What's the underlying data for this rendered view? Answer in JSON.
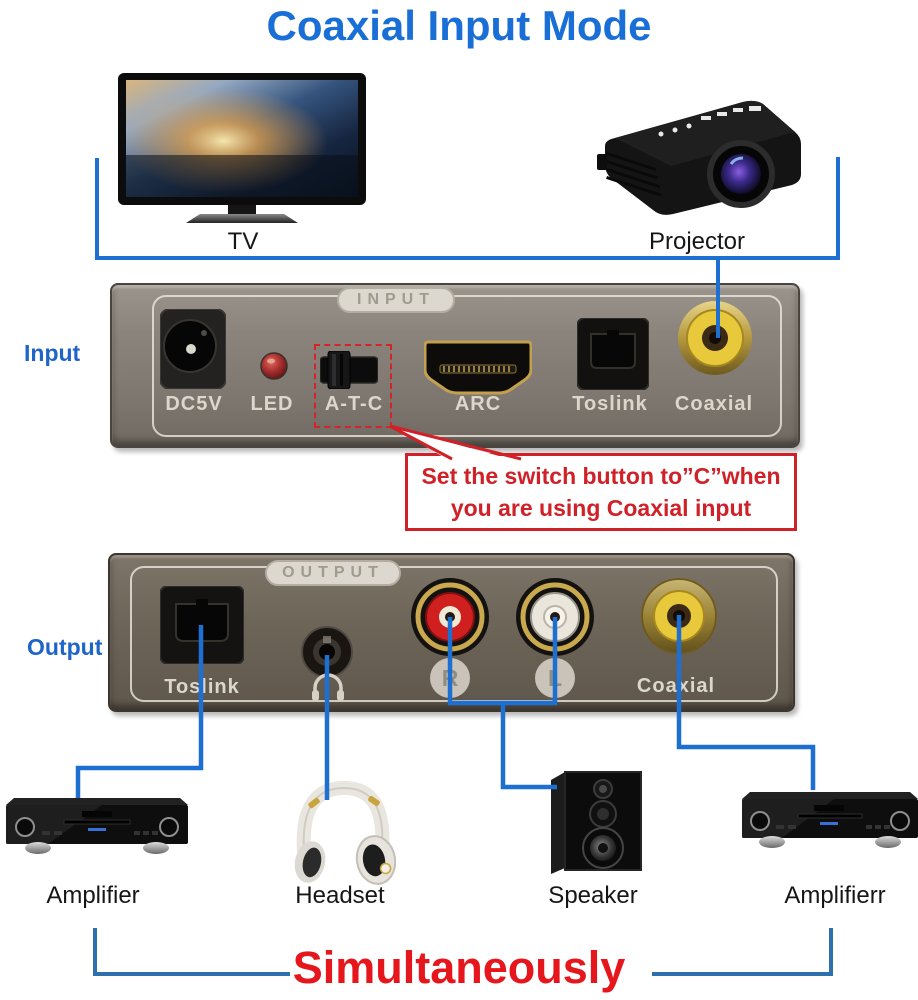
{
  "title": "Coaxial Input Mode",
  "top_devices": {
    "tv_label": "TV",
    "projector_label": "Projector"
  },
  "input_section": {
    "side_label": "Input",
    "panel_label": "INPUT",
    "ports": {
      "dc5v": "DC5V",
      "led": "LED",
      "switch": "A-T-C",
      "arc": "ARC",
      "toslink": "Toslink",
      "coaxial": "Coaxial"
    }
  },
  "callout": {
    "line1": "Set the switch button to”C”when",
    "line2": "you are using Coaxial input"
  },
  "output_section": {
    "side_label": "Output",
    "panel_label": "OUTPUT",
    "ports": {
      "toslink": "Toslink",
      "right": "R",
      "left": "L",
      "coaxial": "Coaxial"
    }
  },
  "bottom_devices": {
    "amplifier_label": "Amplifier",
    "headset_label": "Headset",
    "speaker_label": "Speaker",
    "amplifierr_label": "Amplifierr"
  },
  "footer": "Simultaneously",
  "colors": {
    "title_blue": "#1a6fd6",
    "side_label_blue": "#1f64c8",
    "line_blue": "#1d6fd2",
    "bracket_blue": "#2e6fae",
    "callout_red": "#cf2127",
    "footer_red": "#e6161d",
    "input_panel": "#8b847c",
    "output_panel": "#6f665a",
    "coax_yellow": "#e8c93c",
    "rca_red": "#cf1f1f",
    "rca_white": "#eae6dc"
  }
}
